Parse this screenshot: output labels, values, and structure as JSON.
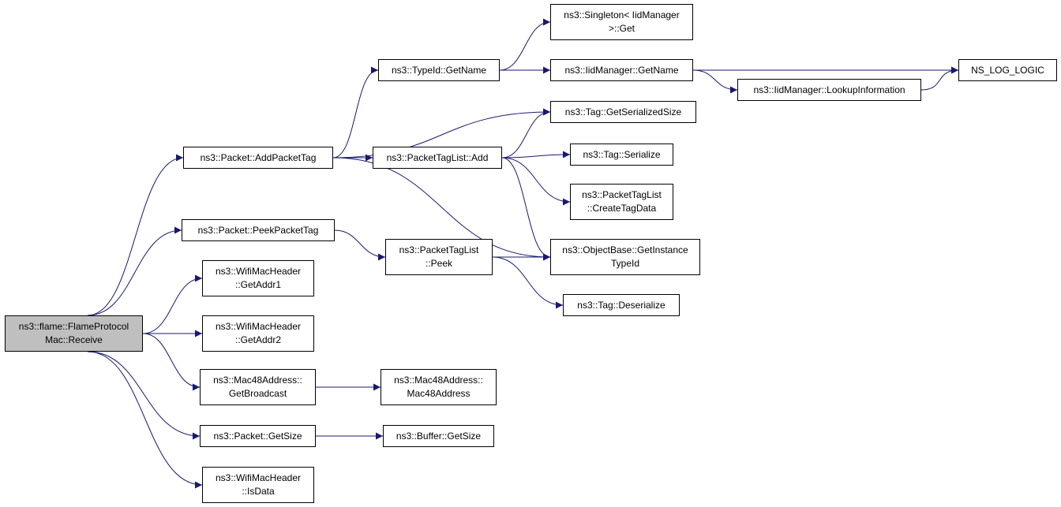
{
  "colors": {
    "edge": "#191970",
    "root_fill": "#bfbfbf",
    "node_fill": "#ffffff",
    "border": "#000000"
  },
  "nodes": [
    {
      "id": "receive",
      "lines": [
        "ns3::flame::FlameProtocol",
        "Mac::Receive"
      ],
      "root": true
    },
    {
      "id": "add_packet_tag",
      "lines": [
        "ns3::Packet::AddPacketTag"
      ]
    },
    {
      "id": "peek_packet_tag",
      "lines": [
        "ns3::Packet::PeekPacketTag"
      ]
    },
    {
      "id": "get_addr1",
      "lines": [
        "ns3::WifiMacHeader",
        "::GetAddr1"
      ]
    },
    {
      "id": "get_addr2",
      "lines": [
        "ns3::WifiMacHeader",
        "::GetAddr2"
      ]
    },
    {
      "id": "get_broadcast",
      "lines": [
        "ns3::Mac48Address::",
        "GetBroadcast"
      ]
    },
    {
      "id": "get_size",
      "lines": [
        "ns3::Packet::GetSize"
      ]
    },
    {
      "id": "is_data",
      "lines": [
        "ns3::WifiMacHeader",
        "::IsData"
      ]
    },
    {
      "id": "typeid_getname",
      "lines": [
        "ns3::TypeId::GetName"
      ]
    },
    {
      "id": "tag_list_add",
      "lines": [
        "ns3::PacketTagList::Add"
      ]
    },
    {
      "id": "tag_list_peek",
      "lines": [
        "ns3::PacketTagList",
        "::Peek"
      ]
    },
    {
      "id": "mac48_ctor",
      "lines": [
        "ns3::Mac48Address::",
        "Mac48Address"
      ]
    },
    {
      "id": "buffer_getsize",
      "lines": [
        "ns3::Buffer::GetSize"
      ]
    },
    {
      "id": "singleton_get",
      "lines": [
        "ns3::Singleton< IidManager",
        " >::Get"
      ]
    },
    {
      "id": "iid_getname",
      "lines": [
        "ns3::IidManager::GetName"
      ]
    },
    {
      "id": "tag_serialized_size",
      "lines": [
        "ns3::Tag::GetSerializedSize"
      ]
    },
    {
      "id": "tag_serialize",
      "lines": [
        "ns3::Tag::Serialize"
      ]
    },
    {
      "id": "create_tag_data",
      "lines": [
        "ns3::PacketTagList",
        "::CreateTagData"
      ]
    },
    {
      "id": "get_instance_typeid",
      "lines": [
        "ns3::ObjectBase::GetInstance",
        "TypeId"
      ]
    },
    {
      "id": "tag_deserialize",
      "lines": [
        "ns3::Tag::Deserialize"
      ]
    },
    {
      "id": "lookup_information",
      "lines": [
        "ns3::IidManager::LookupInformation"
      ]
    },
    {
      "id": "ns_log_logic",
      "lines": [
        "NS_LOG_LOGIC"
      ]
    }
  ],
  "edges": [
    [
      "receive",
      "add_packet_tag"
    ],
    [
      "receive",
      "peek_packet_tag"
    ],
    [
      "receive",
      "get_addr1"
    ],
    [
      "receive",
      "get_addr2"
    ],
    [
      "receive",
      "get_broadcast"
    ],
    [
      "receive",
      "get_size"
    ],
    [
      "receive",
      "is_data"
    ],
    [
      "add_packet_tag",
      "typeid_getname"
    ],
    [
      "add_packet_tag",
      "tag_serialized_size"
    ],
    [
      "add_packet_tag",
      "tag_list_add"
    ],
    [
      "add_packet_tag",
      "get_instance_typeid"
    ],
    [
      "peek_packet_tag",
      "tag_list_peek"
    ],
    [
      "get_broadcast",
      "mac48_ctor"
    ],
    [
      "get_size",
      "buffer_getsize"
    ],
    [
      "typeid_getname",
      "singleton_get"
    ],
    [
      "typeid_getname",
      "iid_getname"
    ],
    [
      "tag_list_add",
      "tag_serialized_size"
    ],
    [
      "tag_list_add",
      "tag_serialize"
    ],
    [
      "tag_list_add",
      "create_tag_data"
    ],
    [
      "tag_list_add",
      "get_instance_typeid"
    ],
    [
      "tag_list_peek",
      "get_instance_typeid"
    ],
    [
      "tag_list_peek",
      "tag_deserialize"
    ],
    [
      "iid_getname",
      "ns_log_logic"
    ],
    [
      "iid_getname",
      "lookup_information"
    ],
    [
      "lookup_information",
      "ns_log_logic"
    ]
  ]
}
